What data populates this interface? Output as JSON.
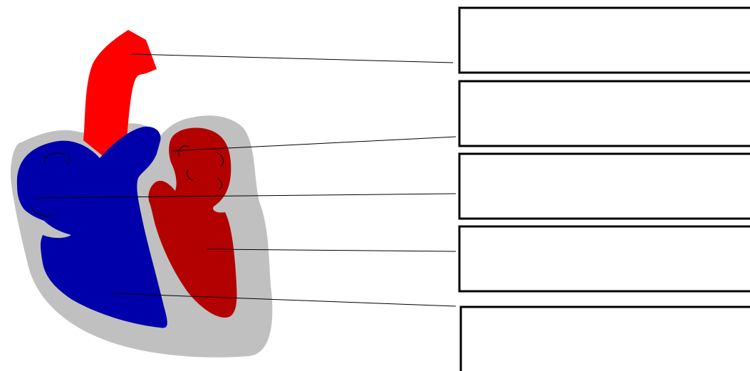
{
  "colors": {
    "background": "#ffffff",
    "pericardium": "#c0c0c0",
    "deoxygenated": "#0000aa",
    "oxygenated": "#b30000",
    "aorta": "#ff0000",
    "outline": "#000000"
  },
  "heart": {
    "parts": [
      "aorta",
      "left-atrium",
      "right-atrium",
      "left-ventricle",
      "right-ventricle"
    ]
  },
  "label_boxes": [
    {
      "text": ""
    },
    {
      "text": ""
    },
    {
      "text": ""
    },
    {
      "text": ""
    },
    {
      "text": ""
    }
  ]
}
